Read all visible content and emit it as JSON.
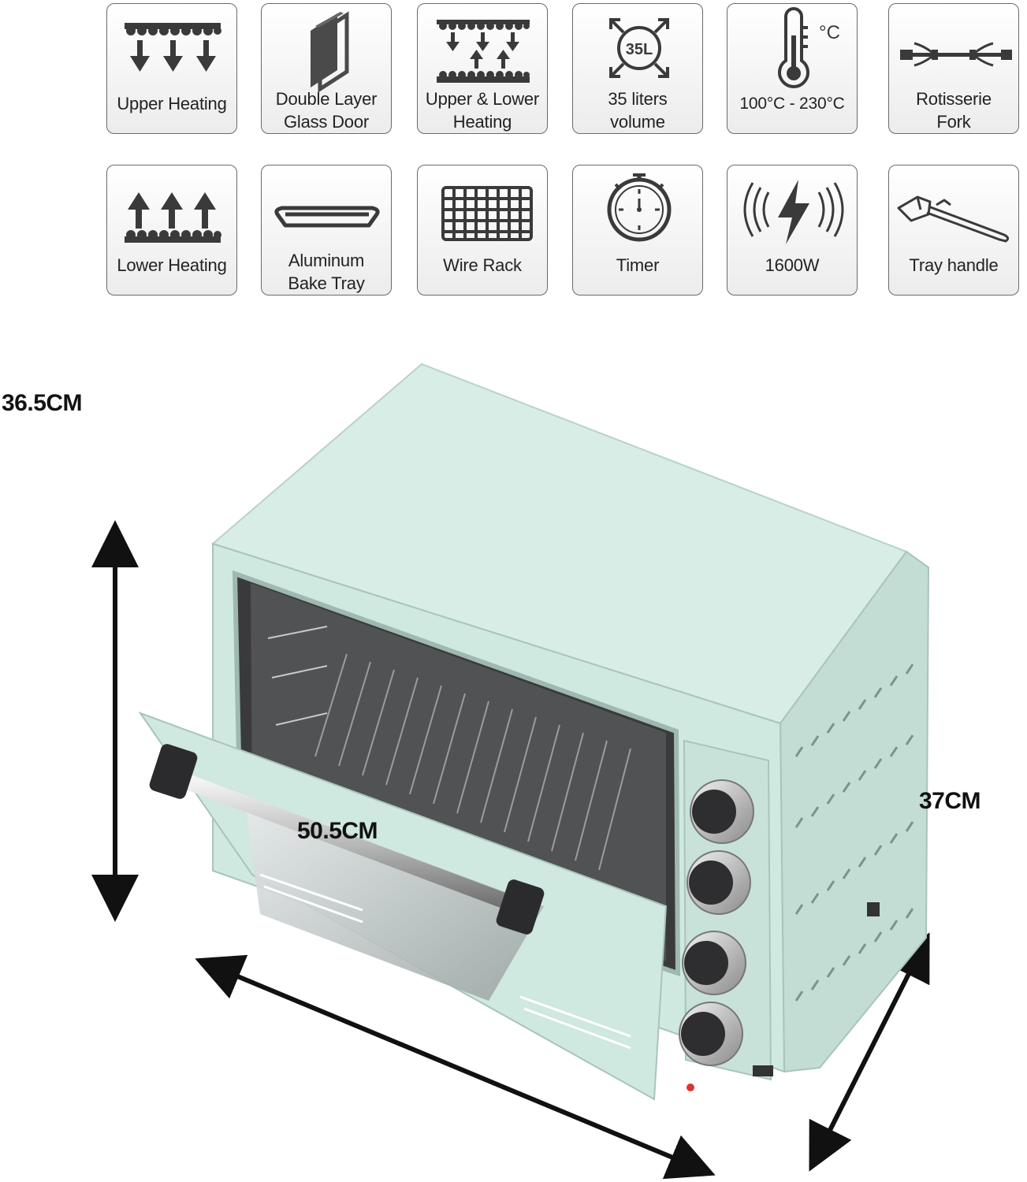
{
  "features": [
    {
      "label": "Upper Heating",
      "icon": "upper-heating-icon"
    },
    {
      "label": "Double Layer\nGlass Door",
      "icon": "glass-door-icon"
    },
    {
      "label": "Upper & Lower\nHeating",
      "icon": "upper-lower-heating-icon"
    },
    {
      "label": "35 liters\nvolume",
      "icon": "volume-icon",
      "badge": "35L"
    },
    {
      "label": "100°C - 230°C",
      "icon": "thermometer-icon",
      "unit": "°C"
    },
    {
      "label": "Rotisserie\nFork",
      "icon": "rotisserie-fork-icon"
    },
    {
      "label": "Lower Heating",
      "icon": "lower-heating-icon"
    },
    {
      "label": "Aluminum\nBake Tray",
      "icon": "bake-tray-icon"
    },
    {
      "label": "Wire Rack",
      "icon": "wire-rack-icon"
    },
    {
      "label": "Timer",
      "icon": "timer-icon"
    },
    {
      "label": "1600W",
      "icon": "power-icon"
    },
    {
      "label": "Tray handle",
      "icon": "tray-handle-icon"
    }
  ],
  "dimensions": {
    "height": "36.5CM",
    "width": "50.5CM",
    "depth": "37CM"
  },
  "colors": {
    "oven_body": "#cfe8e0",
    "oven_shade": "#b7d3ca",
    "icon": "#3a3a3a"
  }
}
